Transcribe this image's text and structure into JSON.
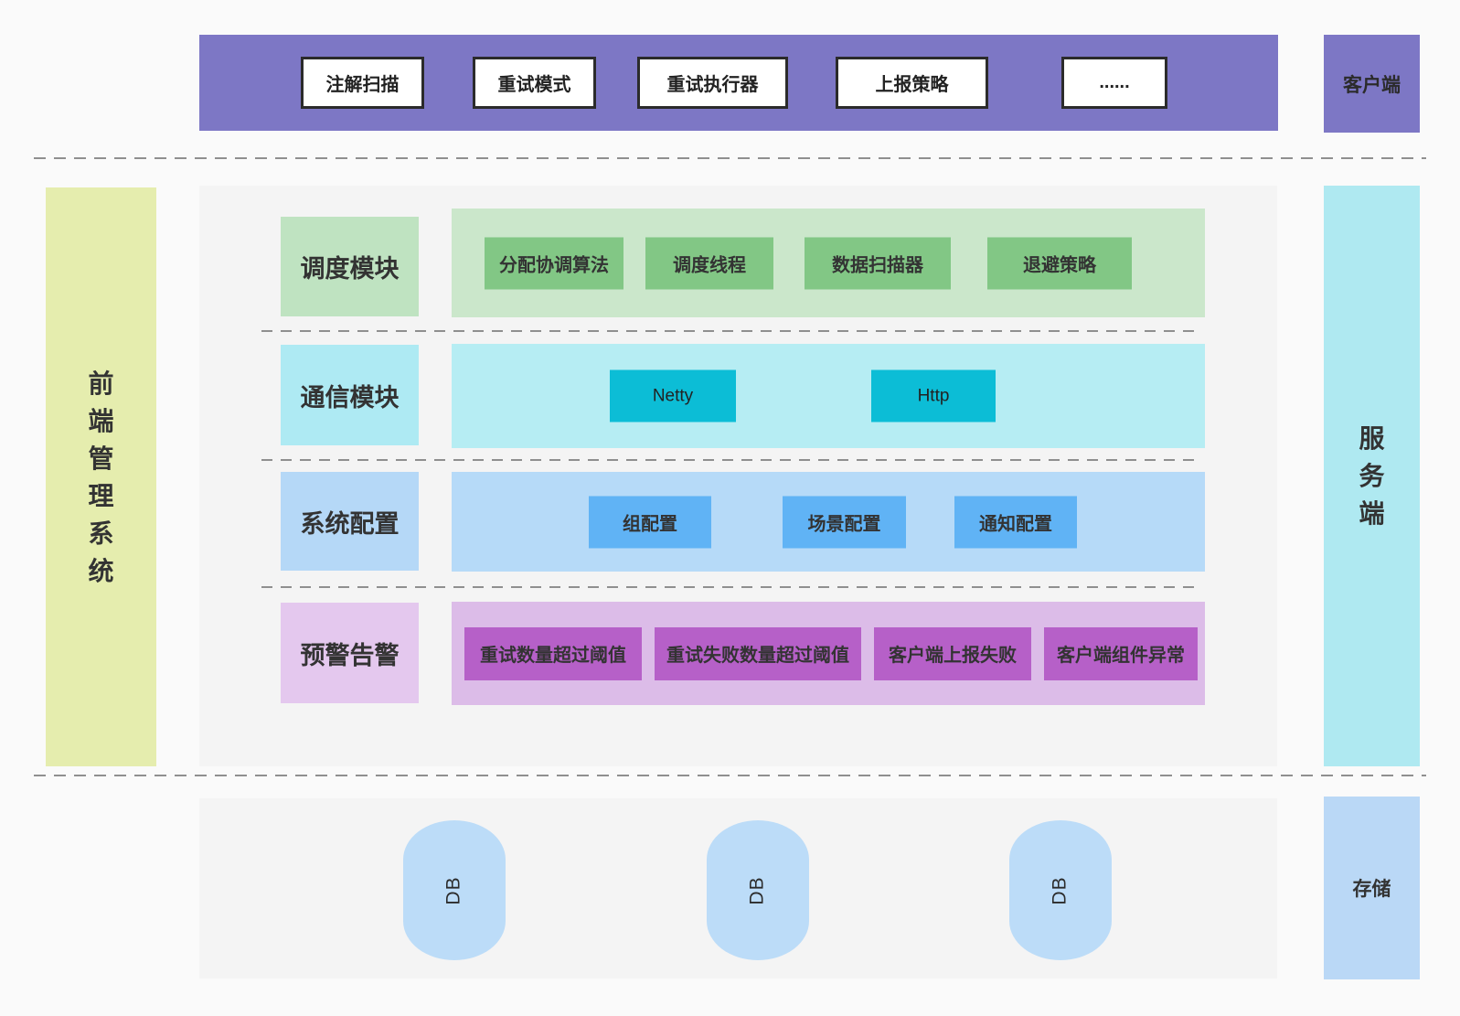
{
  "top_bar": {
    "items": [
      "注解扫描",
      "重试模式",
      "重试执行器",
      "上报策略",
      "......"
    ],
    "side_label": "客户端"
  },
  "left_bar": {
    "label": "前端管理系统"
  },
  "right_bar": {
    "label": "服务端"
  },
  "rows": [
    {
      "label": "调度模块",
      "items": [
        "分配协调算法",
        "调度线程",
        "数据扫描器",
        "退避策略"
      ]
    },
    {
      "label": "通信模块",
      "items": [
        "Netty",
        "Http"
      ]
    },
    {
      "label": "系统配置",
      "items": [
        "组配置",
        "场景配置",
        "通知配置"
      ]
    },
    {
      "label": "预警告警",
      "items": [
        "重试数量超过阈值",
        "重试失败数量超过阈值",
        "客户端上报失败",
        "客户端组件异常"
      ]
    }
  ],
  "storage": {
    "side_label": "存储",
    "db_nodes": [
      "DB",
      "DB",
      "DB"
    ]
  },
  "colors": {
    "client_bar": "#7d77c5",
    "panel_bg": "#f4f4f4",
    "left_bar": "#e5edae",
    "right_bar": "#afe9f1",
    "scheduling_label": "#bfe3c1",
    "scheduling_body": "#cbe7cb",
    "scheduling_item": "#82c785",
    "comm_label": "#aeeaf3",
    "comm_body": "#b6edf3",
    "comm_item": "#0cbdd6",
    "config_label": "#b5d8f7",
    "config_body": "#b6daf8",
    "config_item": "#60b3f5",
    "alert_label": "#e4c8ee",
    "alert_body": "#dcbce8",
    "alert_item": "#b660c8",
    "db_cylinder": "#bcdcf8",
    "storage_box": "#bad8f6",
    "dash_line": "#8f8f8f"
  }
}
